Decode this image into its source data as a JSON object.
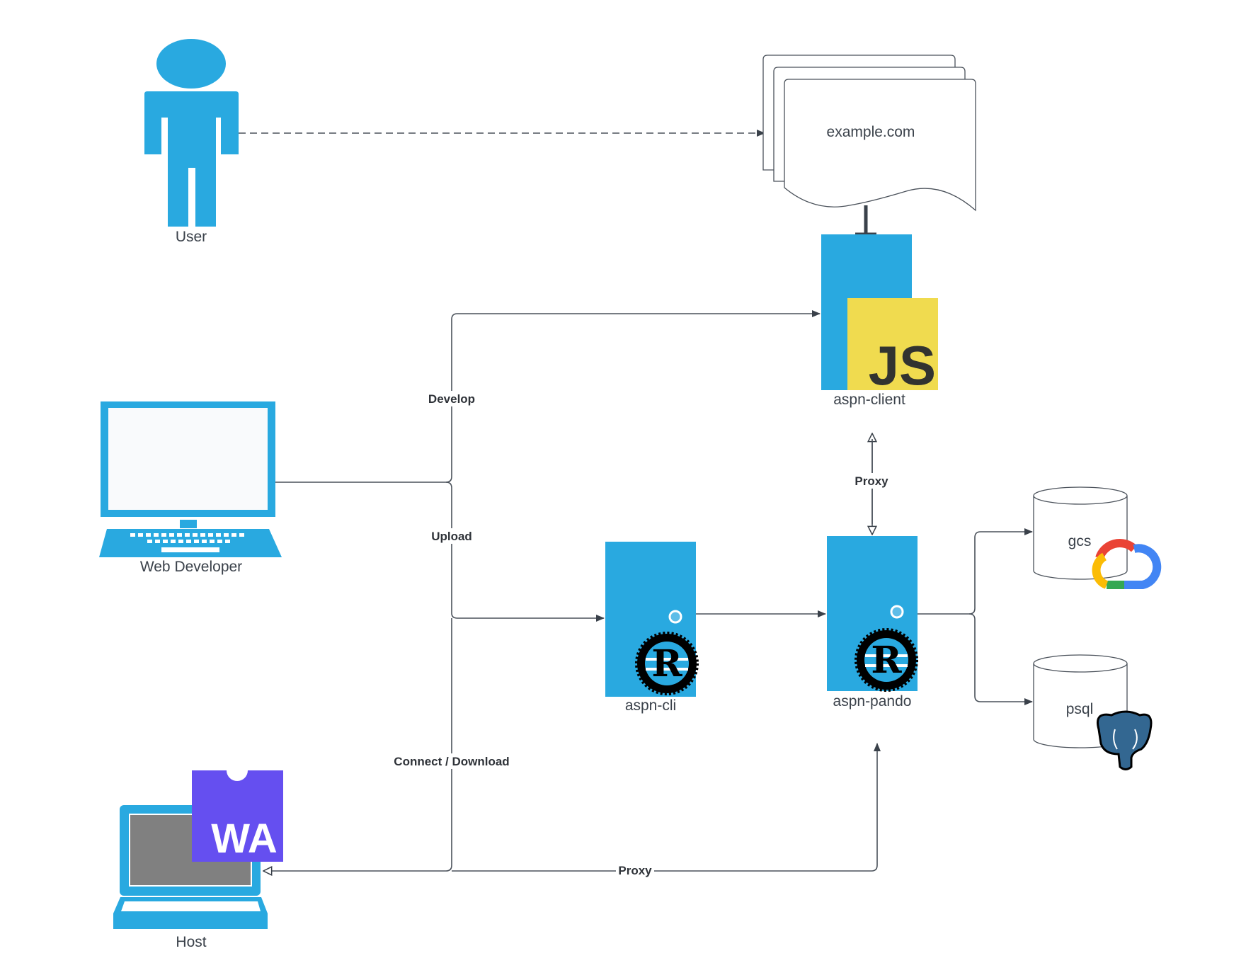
{
  "diagram": {
    "colors": {
      "primary_blue": "#29a9e0",
      "js_yellow": "#f0db4f",
      "wasm_purple": "#654ff0",
      "edge": "#4a515a",
      "text": "#3a414a"
    },
    "nodes": {
      "user": {
        "label": "User",
        "icon": "person-icon"
      },
      "web_developer": {
        "label": "Web Developer",
        "icon": "desktop-computer-icon"
      },
      "host": {
        "label": "Host",
        "icon": "laptop-icon",
        "badge": "WA"
      },
      "website": {
        "label": "example.com",
        "icon": "multiple-documents-icon"
      },
      "aspn_client": {
        "label": "aspn-client",
        "icon": "server-icon",
        "badge": "JS"
      },
      "aspn_cli": {
        "label": "aspn-cli",
        "icon": "server-icon",
        "badge": "rust-logo-icon"
      },
      "aspn_pando": {
        "label": "aspn-pando",
        "icon": "server-icon",
        "badge": "rust-logo-icon"
      },
      "gcs": {
        "label": "gcs",
        "icon": "database-cylinder-icon",
        "badge": "google-cloud-icon"
      },
      "psql": {
        "label": "psql",
        "icon": "database-cylinder-icon",
        "badge": "postgresql-elephant-icon"
      }
    },
    "edges": {
      "develop": "Develop",
      "upload": "Upload",
      "connect_download": "Connect / Download",
      "proxy_client_pando": "Proxy",
      "proxy_host_pando": "Proxy"
    }
  }
}
